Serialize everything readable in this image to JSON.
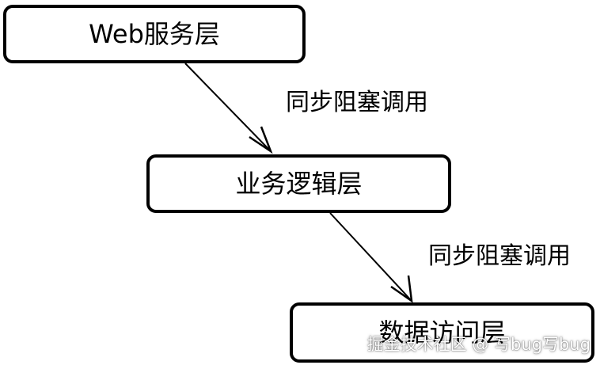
{
  "diagram": {
    "nodes": {
      "web": "Web服务层",
      "biz": "业务逻辑层",
      "data": "数据访问层"
    },
    "edges": [
      {
        "from": "web",
        "to": "biz",
        "label": "同步阻塞调用"
      },
      {
        "from": "biz",
        "to": "data",
        "label": "同步阻塞调用"
      }
    ]
  },
  "watermark": "掘金技术社区 @ 写bug写bug",
  "colors": {
    "stroke": "#000000",
    "background": "#ffffff"
  }
}
